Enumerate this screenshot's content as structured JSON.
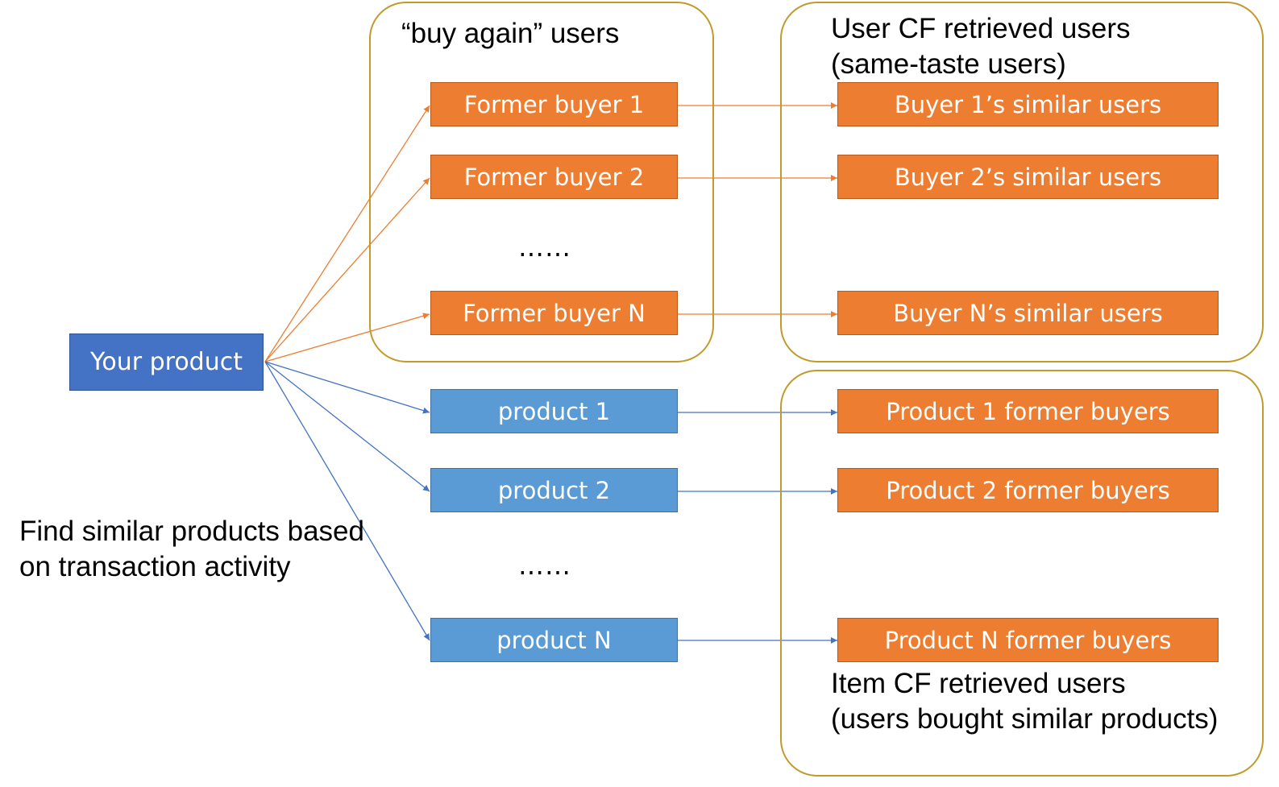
{
  "colors": {
    "orange": "#ED7D31",
    "light_blue": "#5B9BD5",
    "dark_blue": "#4472C4",
    "frame_gold": "#C09A2A",
    "orange_arrow": "#ED7D31",
    "blue_arrow": "#4472C4"
  },
  "source_node": {
    "label": "Your product"
  },
  "caption": {
    "line1": "Find similar products based",
    "line2": "on transaction activity"
  },
  "buy_again_group": {
    "title": "“buy again” users",
    "items": [
      "Former buyer 1",
      "Former buyer 2",
      "Former buyer N"
    ],
    "ellipsis": "……"
  },
  "user_cf_group": {
    "title_line1": "User CF retrieved users",
    "title_line2": "(same-taste users)",
    "items": [
      "Buyer 1’s similar users",
      "Buyer 2’s similar users",
      "Buyer N’s similar users"
    ]
  },
  "products": {
    "items": [
      "product 1",
      "product 2",
      "product N"
    ],
    "ellipsis": "……"
  },
  "item_cf_group": {
    "title_line1": "Item CF retrieved users",
    "title_line2": "(users bought similar products)",
    "items": [
      "Product 1 former buyers",
      "Product 2 former buyers",
      "Product N former buyers"
    ]
  }
}
